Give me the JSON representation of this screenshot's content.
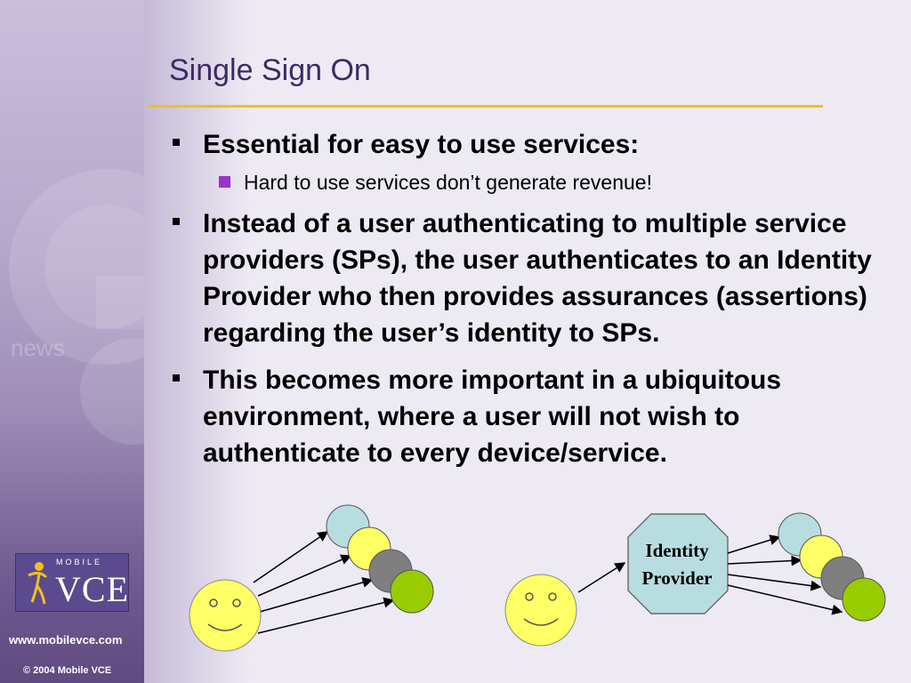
{
  "slide": {
    "title": "Single Sign On",
    "bullets": [
      {
        "text": "Essential for easy to use services:",
        "sub": [
          "Hard to use services don’t generate revenue!"
        ]
      },
      {
        "text": "Instead of a user authenticating to multiple service providers (SPs), the user authenticates to an Identity Provider who then provides assurances (assertions) regarding the user’s identity to SPs."
      },
      {
        "text": "This becomes more important in a ubiquitous environment, where a user will not wish to authenticate to every device/service."
      }
    ]
  },
  "diagram": {
    "idp_line1": "Identity",
    "idp_line2": "Provider",
    "circle_colors": [
      "#b8dde0",
      "#ffff66",
      "#7f7f7f",
      "#99cc00"
    ],
    "face_color": "#ffff66"
  },
  "sidebar": {
    "logo_small": "MOBILE",
    "logo_big": "VCE",
    "url": "www.mobilevce.com",
    "copyright": "© 2004 Mobile VCE"
  },
  "colors": {
    "title": "#3d2a63",
    "rule": "#f0c020",
    "sub_bullet": "#9933cc"
  }
}
